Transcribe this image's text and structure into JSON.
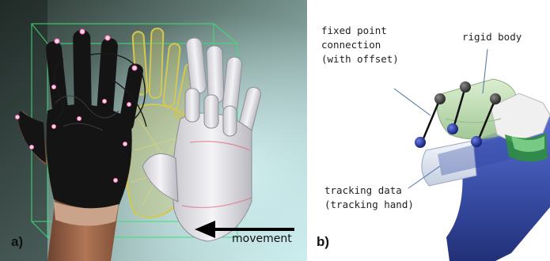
{
  "panel_a": {
    "label": "a)",
    "arrow_text": "movement"
  },
  "panel_b": {
    "label": "b)",
    "fixed_point": [
      "fixed point",
      "connection",
      "(with offset)"
    ],
    "rigid_body": "rigid body",
    "tracking": [
      "tracking data",
      "(tracking hand)"
    ]
  },
  "colors": {
    "glove": "#141414",
    "skin": "#a06a4a",
    "virtual_hand": "#e6e6ea",
    "yellow_hand": "#c9bf5a",
    "tracking_hand": "#3a4fa8",
    "rigid_body": "#b8d8a8",
    "marker": "#1b2a8a"
  }
}
